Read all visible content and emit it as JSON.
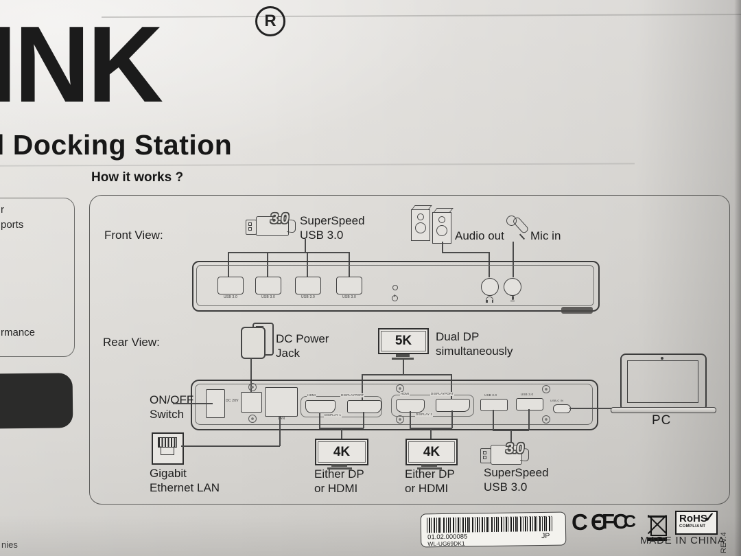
{
  "brand": {
    "logo": "INK",
    "registered": "R",
    "title": "l Docking Station"
  },
  "left_panel": {
    "fragments": [
      "r",
      "ports",
      "rmance"
    ],
    "bottom_fragment": "nies"
  },
  "heading": "How it works ?",
  "front": {
    "label": "Front View:",
    "usb_badge": "3.0",
    "superspeed_1": "SuperSpeed",
    "superspeed_2": "USB 3.0",
    "audio_out": "Audio out",
    "mic_in": "Mic in",
    "port_labels": [
      "USB 3.0",
      "USB 3.0",
      "USB 3.0",
      "USB 3.0"
    ]
  },
  "rear": {
    "label": "Rear View:",
    "dc_power_1": "DC Power",
    "dc_power_2": "Jack",
    "monitor_5k": "5K",
    "dual_dp_1": "Dual DP",
    "dual_dp_2": "simultaneously",
    "switch_1": "ON/OFF",
    "switch_2": "Switch",
    "dc_20v": "DC 20V",
    "lan": "LAN",
    "hdmi": "HDMI",
    "displayport": "DISPLAYPORT",
    "display_1": "DISPLAY 1",
    "display_2": "DISPLAY 2",
    "usb_30": "USB 3.0",
    "usb_c_in": "USB-C IN",
    "gigabit_1": "Gigabit",
    "gigabit_2": "Ethernet LAN",
    "monitor_4k": "4K",
    "either_dp": "Either DP",
    "or_hdmi": "or HDMI",
    "superspeed_1": "SuperSpeed",
    "superspeed_2": "USB 3.0",
    "usb_badge": "3.0",
    "pc": "PC"
  },
  "footer": {
    "barcode_number": "01.02.000085",
    "barcode_region": "JP",
    "model": "WL-UG69DK1",
    "ce": "CЄ",
    "fcc_f": "F",
    "fcc_c": "C",
    "fcc_c2": "C",
    "rohs": "RoHS",
    "rohs_check": "✓",
    "rohs_sub": "COMPLIANT",
    "made_in": "MADE IN CHINA",
    "rev": "REV.4"
  },
  "icons": {
    "usb_plug": "usb-a-plug shape with 3.0 outline text",
    "speakers": "two speaker boxes with round drivers",
    "microphone": "tilted mic pill",
    "dc_jack": "power adapter plug",
    "monitor_5k": "monitor bezel with 5K",
    "monitor_4k": "monitor bezel with 4K",
    "rj45": "ethernet connector",
    "laptop": "open notebook outline",
    "headphone_jack": "round 3.5mm jack",
    "mic_jack": "round 3.5mm jack",
    "power_led": "dot + power symbol",
    "ce_mark": "CE letters",
    "fcc_mark": "FC nested C",
    "weee": "crossed-out wheelie bin",
    "rohs_badge": "RoHS COMPLIANT box",
    "barcode": "vertical stripe code"
  },
  "colors": {
    "ink": "#1b1b1b",
    "line": "#4a4a4a",
    "background": "#dedcd8",
    "dark_shape": "#2b2b2a"
  }
}
